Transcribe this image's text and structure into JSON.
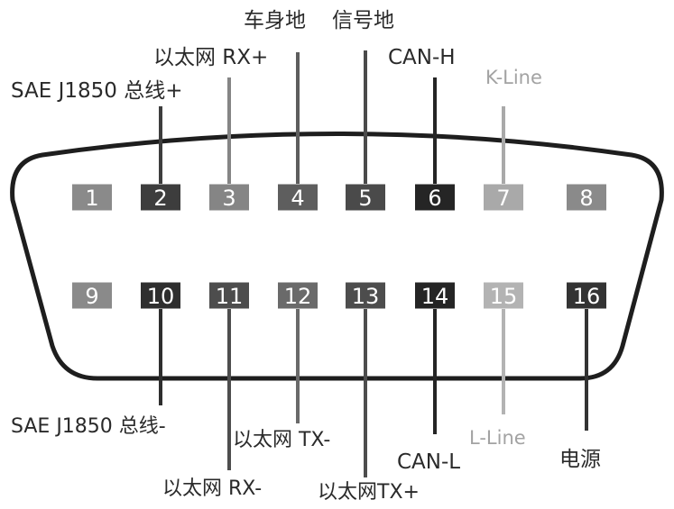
{
  "pins": [
    {
      "num": "1",
      "color": "#8a8a8a",
      "label": ""
    },
    {
      "num": "2",
      "color": "#3d3d3d",
      "label": "SAE J1850 总线+"
    },
    {
      "num": "3",
      "color": "#858585",
      "label": "以太网 RX+"
    },
    {
      "num": "4",
      "color": "#5e5e5e",
      "label": "车身地"
    },
    {
      "num": "5",
      "color": "#4a4a4a",
      "label": "信号地"
    },
    {
      "num": "6",
      "color": "#252525",
      "label": "CAN-H"
    },
    {
      "num": "7",
      "color": "#a9a9a9",
      "label": "K-Line"
    },
    {
      "num": "8",
      "color": "#8a8a8a",
      "label": ""
    },
    {
      "num": "9",
      "color": "#8a8a8a",
      "label": ""
    },
    {
      "num": "10",
      "color": "#2e2e2e",
      "label": "SAE J1850 总线-"
    },
    {
      "num": "11",
      "color": "#4d4d4d",
      "label": "以太网 RX-"
    },
    {
      "num": "12",
      "color": "#6a6a6a",
      "label": "以太网 TX-"
    },
    {
      "num": "13",
      "color": "#4d4d4d",
      "label": "以太网TX+"
    },
    {
      "num": "14",
      "color": "#252525",
      "label": "CAN-L"
    },
    {
      "num": "15",
      "color": "#b3b3b3",
      "label": "L-Line"
    },
    {
      "num": "16",
      "color": "#333333",
      "label": "电源"
    }
  ],
  "colors": {
    "outline": "#1e1e1e",
    "label_dark": "#2a2a2a",
    "label_light": "#a3a3a3"
  }
}
